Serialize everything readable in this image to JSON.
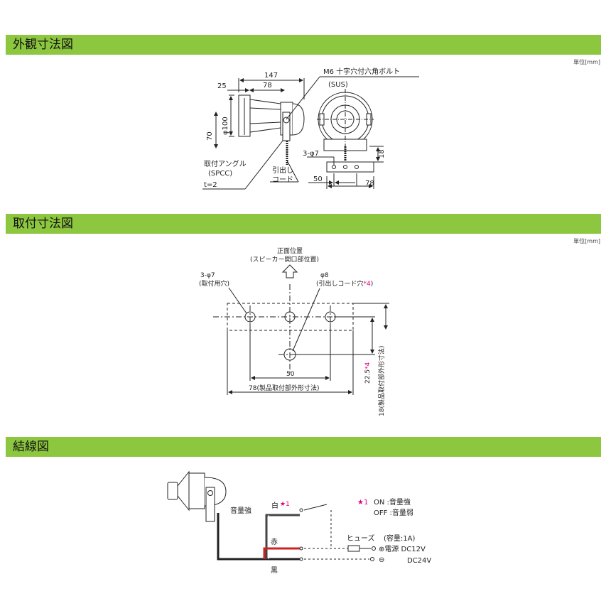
{
  "sections": {
    "exterior": {
      "title": "外観寸法図",
      "unit": "単位[mm]"
    },
    "mounting": {
      "title": "取付寸法図",
      "unit": "単位[mm]"
    },
    "wiring": {
      "title": "結線図"
    }
  },
  "exterior_labels": {
    "d147": "147",
    "d25": "25",
    "d78a": "78",
    "phi100": "φ100",
    "d70": "70",
    "bolt1": "M6 十字穴付六角ボルト",
    "bolt2": "(SUS)",
    "angle1": "取付アングル",
    "angle2": "(SPCC)",
    "angle3": "t=2",
    "cord1": "引出し",
    "cord2": "コード",
    "holes": "3-φ7",
    "d18": "18",
    "d50": "50",
    "d78b": "78"
  },
  "mounting_labels": {
    "front1": "正面位置",
    "front2": "(スピーカー開口部位置)",
    "hole7a": "3-φ7",
    "hole7b": "(取付用穴)",
    "hole8a": "φ8",
    "hole8b": "(引出しコード穴",
    "hole8note": "*4",
    "hole8c": ")",
    "d50": "50",
    "d78": "78(製品取付部外形寸法)",
    "d22": "22.5",
    "d22note": "*4",
    "d18": "18(製品取付部外形寸法)"
  },
  "wiring_labels": {
    "loud": "音量強",
    "white": "白",
    "star1": "★1",
    "red": "赤",
    "black": "黒",
    "noteStar": "★1",
    "noteOn": "ON  :音量強",
    "noteOff": "OFF :音量弱",
    "fuse": "ヒューズ",
    "capacity": "(容量:1A)",
    "plus": "⊕電源 DC12V",
    "minus": "⊖",
    "dc24": "DC24V"
  },
  "colors": {
    "band": "#8dc63f",
    "accent": "#e4007f",
    "redwire": "#cc2222"
  }
}
